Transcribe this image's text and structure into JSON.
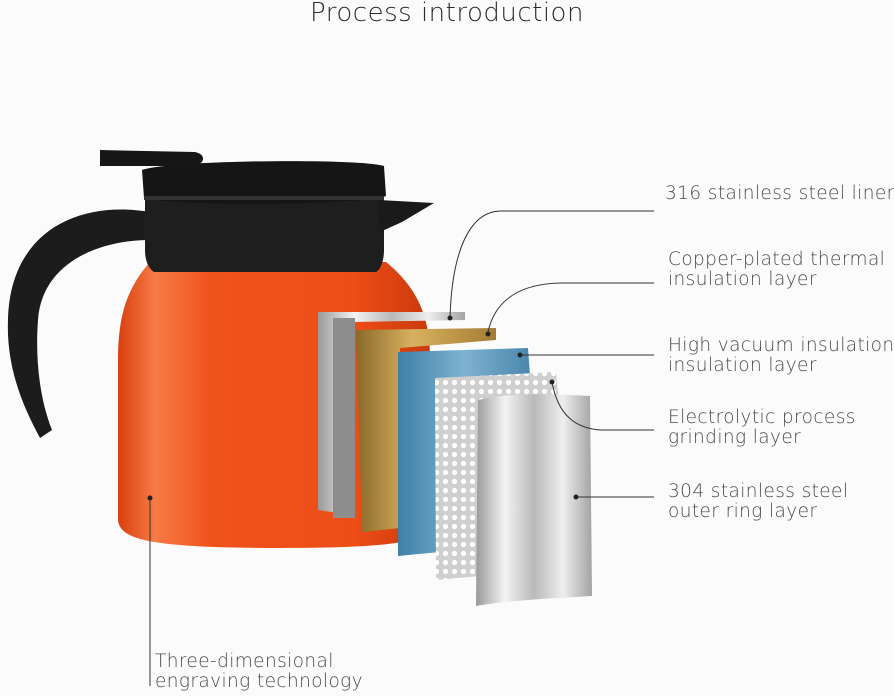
{
  "title": "Process introduction",
  "layers": [
    {
      "line1": "316 stainless steel liner",
      "line2": ""
    },
    {
      "line1": "Copper-plated thermal",
      "line2": "insulation layer"
    },
    {
      "line1": "High vacuum insulation",
      "line2": "insulation layer"
    },
    {
      "line1": "Electrolytic process",
      "line2": "grinding layer"
    },
    {
      "line1": "304 stainless steel",
      "line2": "outer ring layer"
    }
  ],
  "body_feature": {
    "line1": "Three-dimensional",
    "line2": "engraving technology"
  },
  "colors": {
    "kettle_body": "#f0521c",
    "lid_handle": "#1c1c1c",
    "copper": "#c49a45",
    "vacuum": "#5f92b5",
    "steel": "#c8c8c8"
  }
}
